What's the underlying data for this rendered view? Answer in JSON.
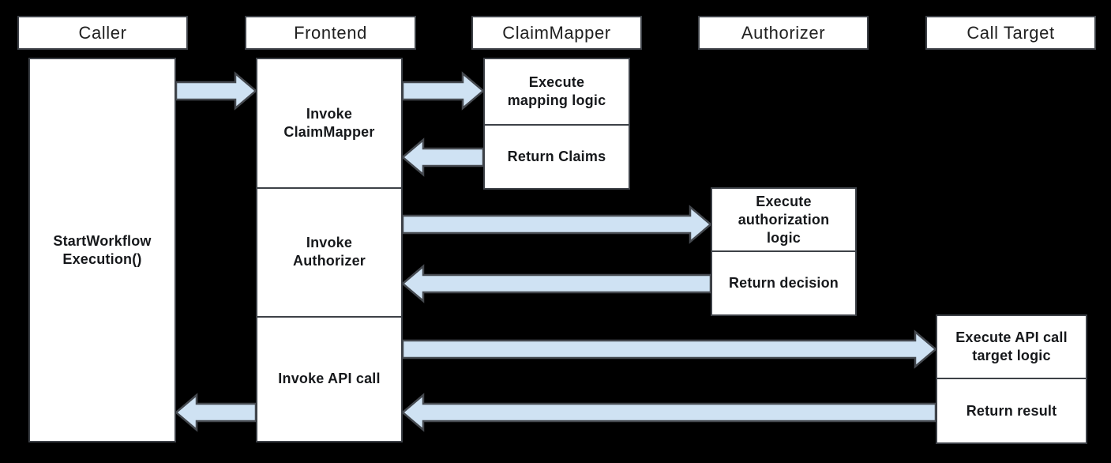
{
  "diagram": {
    "type": "sequence-flow",
    "background": "#000000",
    "colors": {
      "box_fill": "#ffffff",
      "box_border": "#3d4147",
      "arrow_fill": "#cfe2f3",
      "arrow_border": "#45494f",
      "header_text": "#212121",
      "step_text": "#16181b"
    },
    "actors": [
      {
        "label": "Caller"
      },
      {
        "label": "Frontend"
      },
      {
        "label": "ClaimMapper"
      },
      {
        "label": "Authorizer"
      },
      {
        "label": "Call Target"
      }
    ],
    "columns": {
      "caller": {
        "steps": [
          {
            "lines": [
              "StartWorkflow",
              "Execution()"
            ]
          }
        ]
      },
      "frontend": {
        "steps": [
          {
            "lines": [
              "Invoke",
              "ClaimMapper"
            ]
          },
          {
            "lines": [
              "Invoke",
              "Authorizer"
            ]
          },
          {
            "lines": [
              "Invoke API call"
            ]
          }
        ]
      },
      "claim_mapper": {
        "steps": [
          {
            "lines": [
              "Execute",
              "mapping logic"
            ]
          },
          {
            "lines": [
              "Return Claims"
            ]
          }
        ]
      },
      "authorizer": {
        "steps": [
          {
            "lines": [
              "Execute",
              "authorization",
              "logic"
            ]
          },
          {
            "lines": [
              "Return decision"
            ]
          }
        ]
      },
      "call_target": {
        "steps": [
          {
            "lines": [
              "Execute API call",
              "target logic"
            ]
          },
          {
            "lines": [
              "Return result"
            ]
          }
        ]
      }
    },
    "arrows": [
      {
        "from": "Caller",
        "to": "Frontend",
        "direction": "right"
      },
      {
        "from": "Frontend",
        "to": "ClaimMapper",
        "direction": "right"
      },
      {
        "from": "ClaimMapper",
        "to": "Frontend",
        "direction": "left"
      },
      {
        "from": "Frontend",
        "to": "Authorizer",
        "direction": "right"
      },
      {
        "from": "Authorizer",
        "to": "Frontend",
        "direction": "left"
      },
      {
        "from": "Frontend",
        "to": "Call Target",
        "direction": "right"
      },
      {
        "from": "Call Target",
        "to": "Frontend",
        "direction": "left"
      },
      {
        "from": "Frontend",
        "to": "Caller",
        "direction": "left"
      }
    ]
  }
}
